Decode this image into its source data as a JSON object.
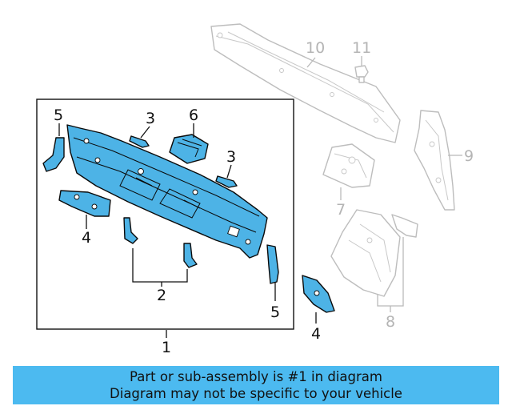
{
  "callouts": {
    "n1": "1",
    "n2": "2",
    "n3a": "3",
    "n3b": "3",
    "n4a": "4",
    "n4b": "4",
    "n5a": "5",
    "n5b": "5",
    "n6": "6",
    "n7": "7",
    "n8": "8",
    "n9": "9",
    "n10": "10",
    "n11": "11"
  },
  "footer": {
    "line1": "Part or sub-assembly is #1 in diagram",
    "line2": "Diagram may not be specific to your vehicle"
  },
  "colors": {
    "highlight_part": "#4db3e6",
    "banner": "#4cbaf0",
    "context_part_outline": "#bdbdbd"
  }
}
